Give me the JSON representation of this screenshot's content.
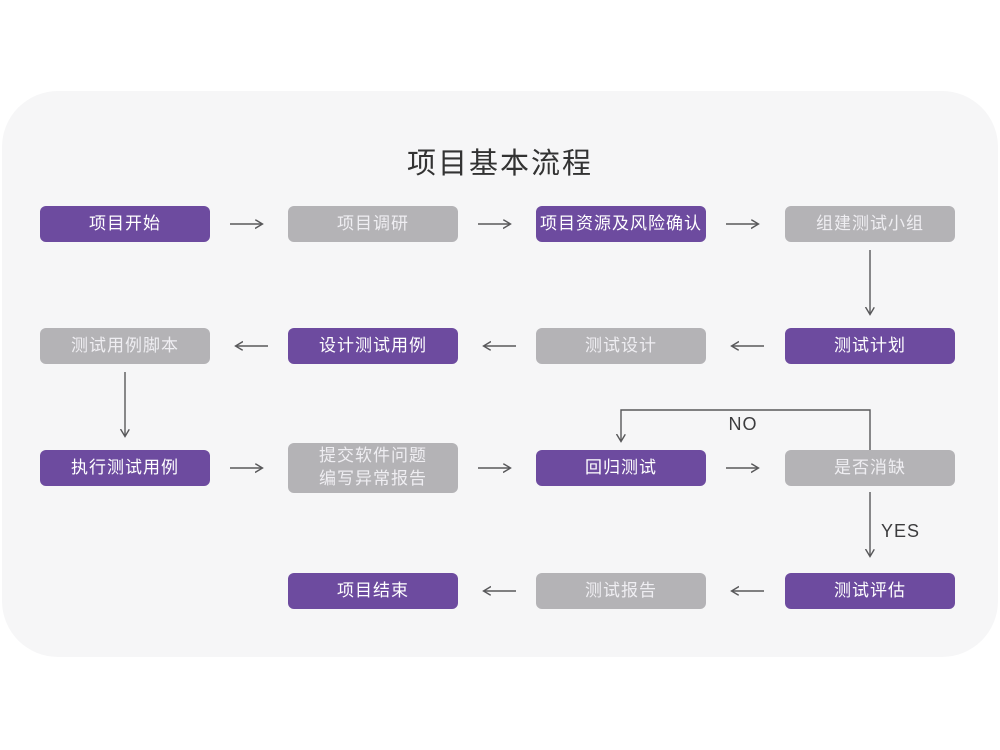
{
  "flowchart": {
    "title": "项目基本流程",
    "branch_labels": {
      "no": "NO",
      "yes": "YES"
    },
    "colors": {
      "primary_box": "#6D4B9F",
      "secondary_box": "#B4B3B6",
      "arrow_line": "#58585A",
      "card_background": "#F6F6F7",
      "page_background": "#FFFFFF",
      "title_text": "#333333"
    },
    "nodes": [
      {
        "label": "项目开始",
        "type": "primary"
      },
      {
        "label": "项目调研",
        "type": "secondary"
      },
      {
        "label": "项目资源及风险确认",
        "type": "primary"
      },
      {
        "label": "组建测试小组",
        "type": "secondary"
      },
      {
        "label": "测试用例脚本",
        "type": "secondary"
      },
      {
        "label": "设计测试用例",
        "type": "primary"
      },
      {
        "label": "测试设计",
        "type": "secondary"
      },
      {
        "label": "测试计划",
        "type": "primary"
      },
      {
        "label": "执行测试用例",
        "type": "primary"
      },
      {
        "label": "提交软件问题\n编写异常报告",
        "type": "secondary"
      },
      {
        "label": "回归测试",
        "type": "primary"
      },
      {
        "label": "是否消缺",
        "type": "secondary"
      },
      {
        "label": "项目结束",
        "type": "primary"
      },
      {
        "label": "测试报告",
        "type": "secondary"
      },
      {
        "label": "测试评估",
        "type": "primary"
      }
    ],
    "edges": [
      {
        "from": "项目开始",
        "to": "项目调研"
      },
      {
        "from": "项目调研",
        "to": "项目资源及风险确认"
      },
      {
        "from": "项目资源及风险确认",
        "to": "组建测试小组"
      },
      {
        "from": "组建测试小组",
        "to": "测试计划"
      },
      {
        "from": "测试计划",
        "to": "测试设计"
      },
      {
        "from": "测试设计",
        "to": "设计测试用例"
      },
      {
        "from": "设计测试用例",
        "to": "测试用例脚本"
      },
      {
        "from": "测试用例脚本",
        "to": "执行测试用例"
      },
      {
        "from": "执行测试用例",
        "to": "提交软件问题 编写异常报告"
      },
      {
        "from": "提交软件问题 编写异常报告",
        "to": "回归测试"
      },
      {
        "from": "回归测试",
        "to": "是否消缺"
      },
      {
        "from": "是否消缺",
        "to": "回归测试",
        "label": "NO"
      },
      {
        "from": "是否消缺",
        "to": "测试评估",
        "label": "YES"
      },
      {
        "from": "测试评估",
        "to": "测试报告"
      },
      {
        "from": "测试报告",
        "to": "项目结束"
      }
    ]
  }
}
